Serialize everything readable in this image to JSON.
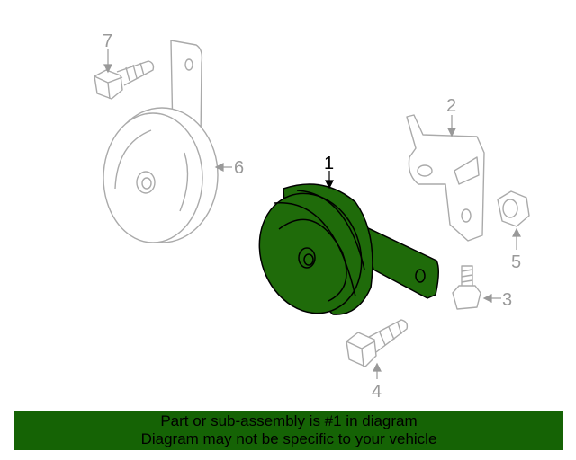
{
  "diagram": {
    "callouts": [
      "1",
      "2",
      "3",
      "4",
      "5",
      "6",
      "7"
    ],
    "highlight_color": "#1f6b0a",
    "ghost_color": "#999999"
  },
  "banner": {
    "line1": "Part or sub-assembly is #1 in diagram",
    "line2": "Diagram may not be specific to your vehicle",
    "color": "#156305"
  }
}
